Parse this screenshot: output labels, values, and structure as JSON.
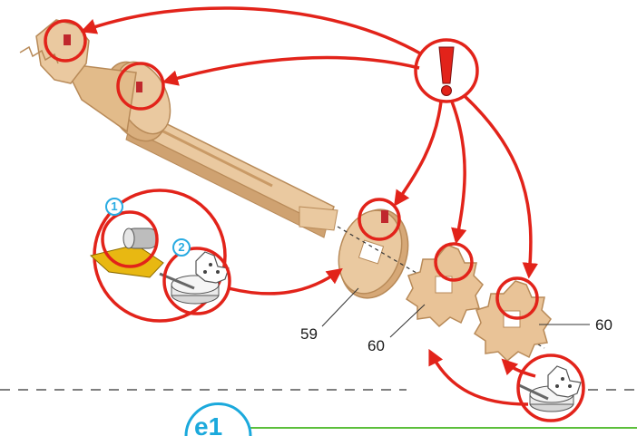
{
  "labels": {
    "part_59": "59",
    "part_60_left": "60",
    "part_60_right": "60"
  },
  "badges": {
    "step_1": "1",
    "step_2": "2",
    "section_id": "e1"
  },
  "icons": {
    "warning": "exclamation-icon",
    "tape": "double-sided-tape-icon",
    "glue": "glue-pot-icon"
  },
  "colors": {
    "highlight": "#e2231a",
    "wood": "#eac9a0",
    "wood_edge": "#c99a66",
    "badge_blue": "#29abe2",
    "section_green": "#5bbf3b",
    "tape_yellow": "#e8b812"
  }
}
